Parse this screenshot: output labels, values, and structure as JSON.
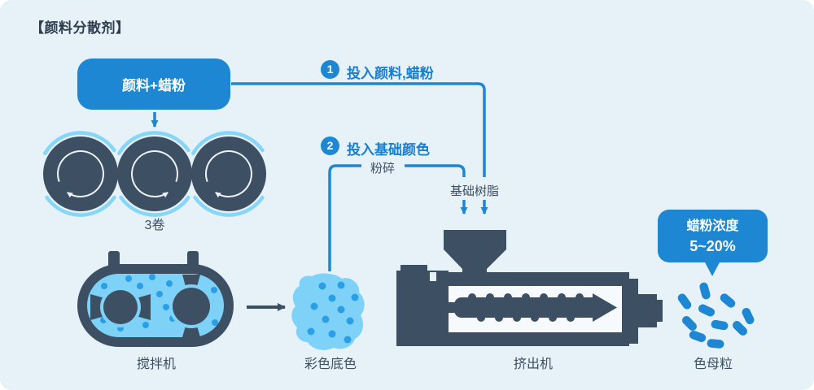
{
  "title": "【颜料分散剂】",
  "palette": {
    "background": "#e7f1f8",
    "accent_blue": "#1d87d3",
    "line_blue": "#1e86d2",
    "dark_slate": "#3d4f63",
    "light_blue": "#7fd2f7",
    "dot_blue": "#2a9fe8",
    "text_dark": "#2e3d4f",
    "white": "#ffffff"
  },
  "flow": {
    "input_box_label": "颜料+蜡粉",
    "steps": [
      {
        "num": "1",
        "label": "投入颜料,蜡粉"
      },
      {
        "num": "2",
        "label": "投入基础颜色"
      }
    ],
    "crush_label": "粉碎",
    "base_resin_label": "基础树脂",
    "rolls_label": "3卷",
    "mixer_label": "搅拌机",
    "base_color_label": "彩色底色",
    "extruder_label": "挤出机",
    "pellets_label": "色母粒",
    "callout": {
      "line1": "蜡粉浓度",
      "line2": "5~20%"
    }
  }
}
